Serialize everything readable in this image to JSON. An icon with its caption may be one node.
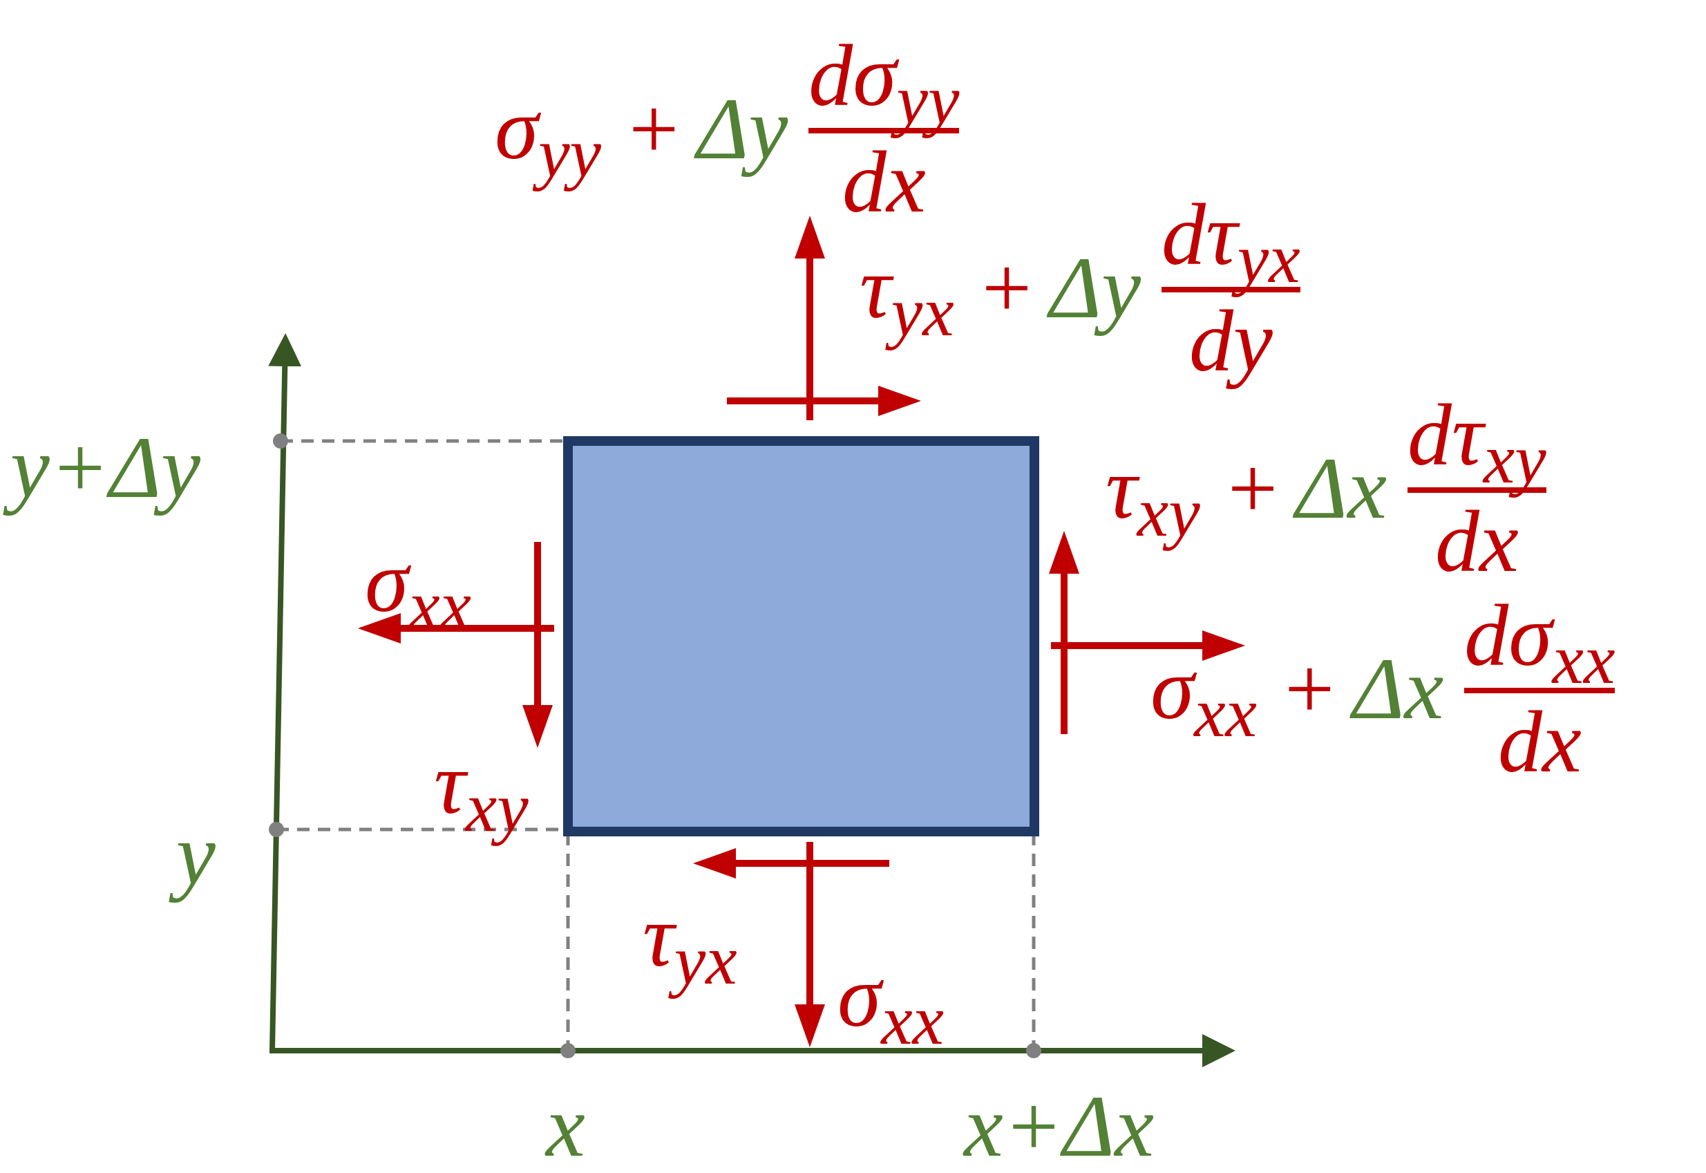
{
  "diagram": {
    "labels": [
      "σ$_{yy}$ +",
      "Δy",
      "dσ$_{yy}$",
      "dx",
      "τ$_{yx}$ +",
      "Δy",
      "dτ$_{yx}$",
      "dy",
      "y+Δy",
      "τ$_{xy}$ +",
      "Δx",
      "dτ$_{xy}$",
      "dx",
      "σ$_{xx}$",
      "σ$_{xx}$ +",
      "Δx",
      "dσ$_{xx}$",
      "dx",
      "τ$_{xy}$",
      "y",
      "τ$_{yx}$",
      "σ$_{xx}$",
      "x",
      "x+Δx"
    ]
  }
}
